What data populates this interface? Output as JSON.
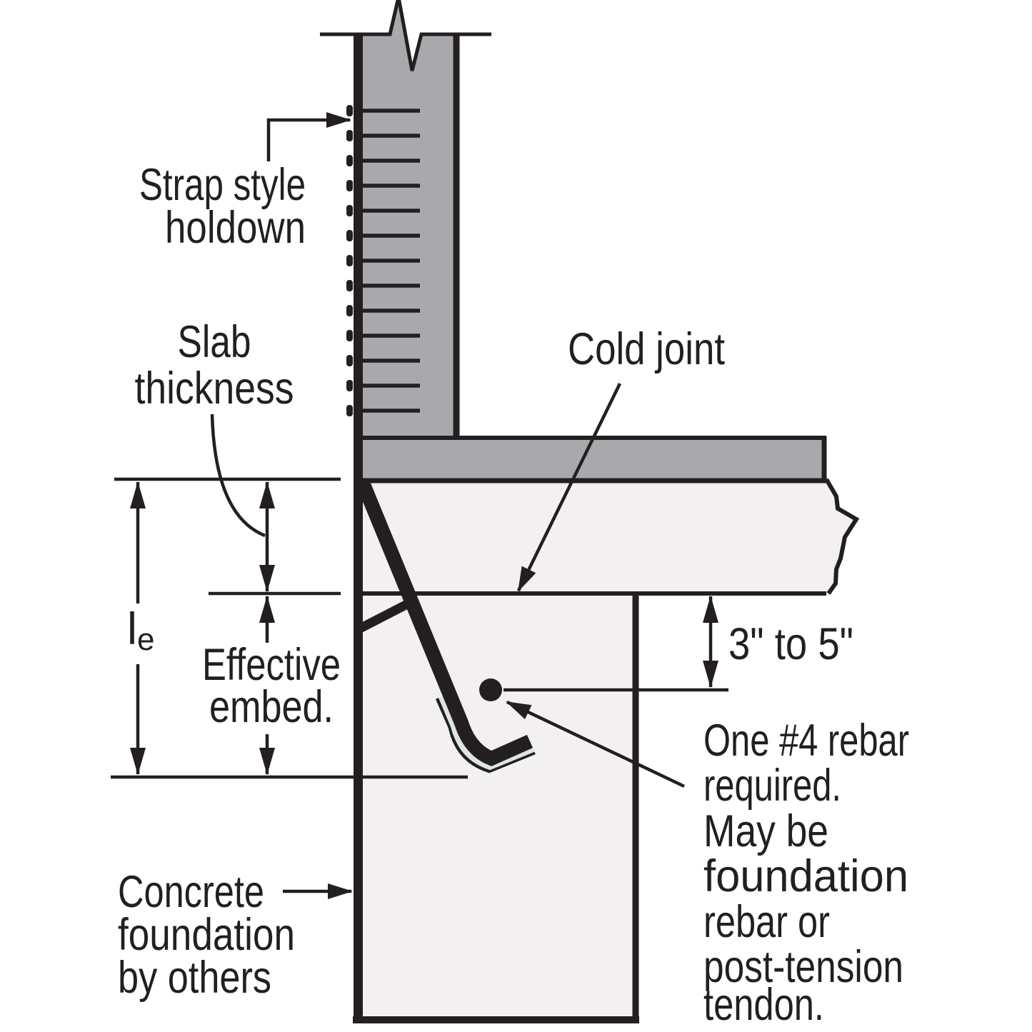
{
  "labels": {
    "strap_holdown": [
      "Strap style",
      "holdown"
    ],
    "slab_thickness": [
      "Slab",
      "thickness"
    ],
    "cold_joint": "Cold joint",
    "embed_length_symbol": {
      "main": "l",
      "sub": "e"
    },
    "effective_embed": [
      "Effective",
      "embed."
    ],
    "rebar_depth": "3\" to 5\"",
    "rebar_note": [
      "One #4 rebar",
      "required.",
      "May be",
      "foundation",
      "rebar or",
      "post-tension",
      "tendon."
    ],
    "foundation_note": [
      "Concrete",
      "foundation",
      "by others"
    ]
  },
  "colors": {
    "line": "#231f20",
    "wood": "#a9a8ac",
    "concrete": "#f2f0f1",
    "strap_highlight": "#dde4e7",
    "background": "#ffffff"
  }
}
